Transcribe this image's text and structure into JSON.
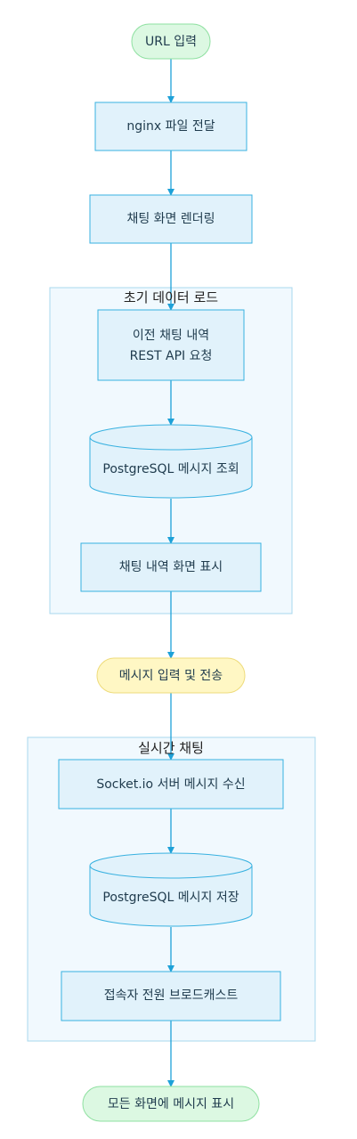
{
  "nodes": {
    "url_input": "URL 입력",
    "nginx": "nginx 파일 전달",
    "render": "채팅 화면 렌더링",
    "prev_history_line1": "이전 채팅 내역",
    "prev_history_line2": "REST API 요청",
    "pg_query": "PostgreSQL 메시지 조회",
    "show_history": "채팅 내역 화면 표시",
    "msg_input": "메시지 입력 및 전송",
    "socket_recv": "Socket.io 서버 메시지 수신",
    "pg_save": "PostgreSQL 메시지 저장",
    "broadcast": "접속자 전원 브로드캐스트",
    "show_all": "모든 화면에 메시지 표시"
  },
  "groups": {
    "initial_load": "초기 데이터 로드",
    "realtime": "실시간 채팅"
  },
  "colors": {
    "edge": "#1ea1d8",
    "process_fill": "#e1f2fb",
    "process_stroke": "#38b1e0",
    "terminal_fill": "#dcf8e2",
    "terminal_stroke": "#8ee0a0",
    "input_fill": "#fff7c4",
    "input_stroke": "#eedb7a",
    "group_fill": "#f1f9fe",
    "group_stroke": "#a8d8ee"
  }
}
